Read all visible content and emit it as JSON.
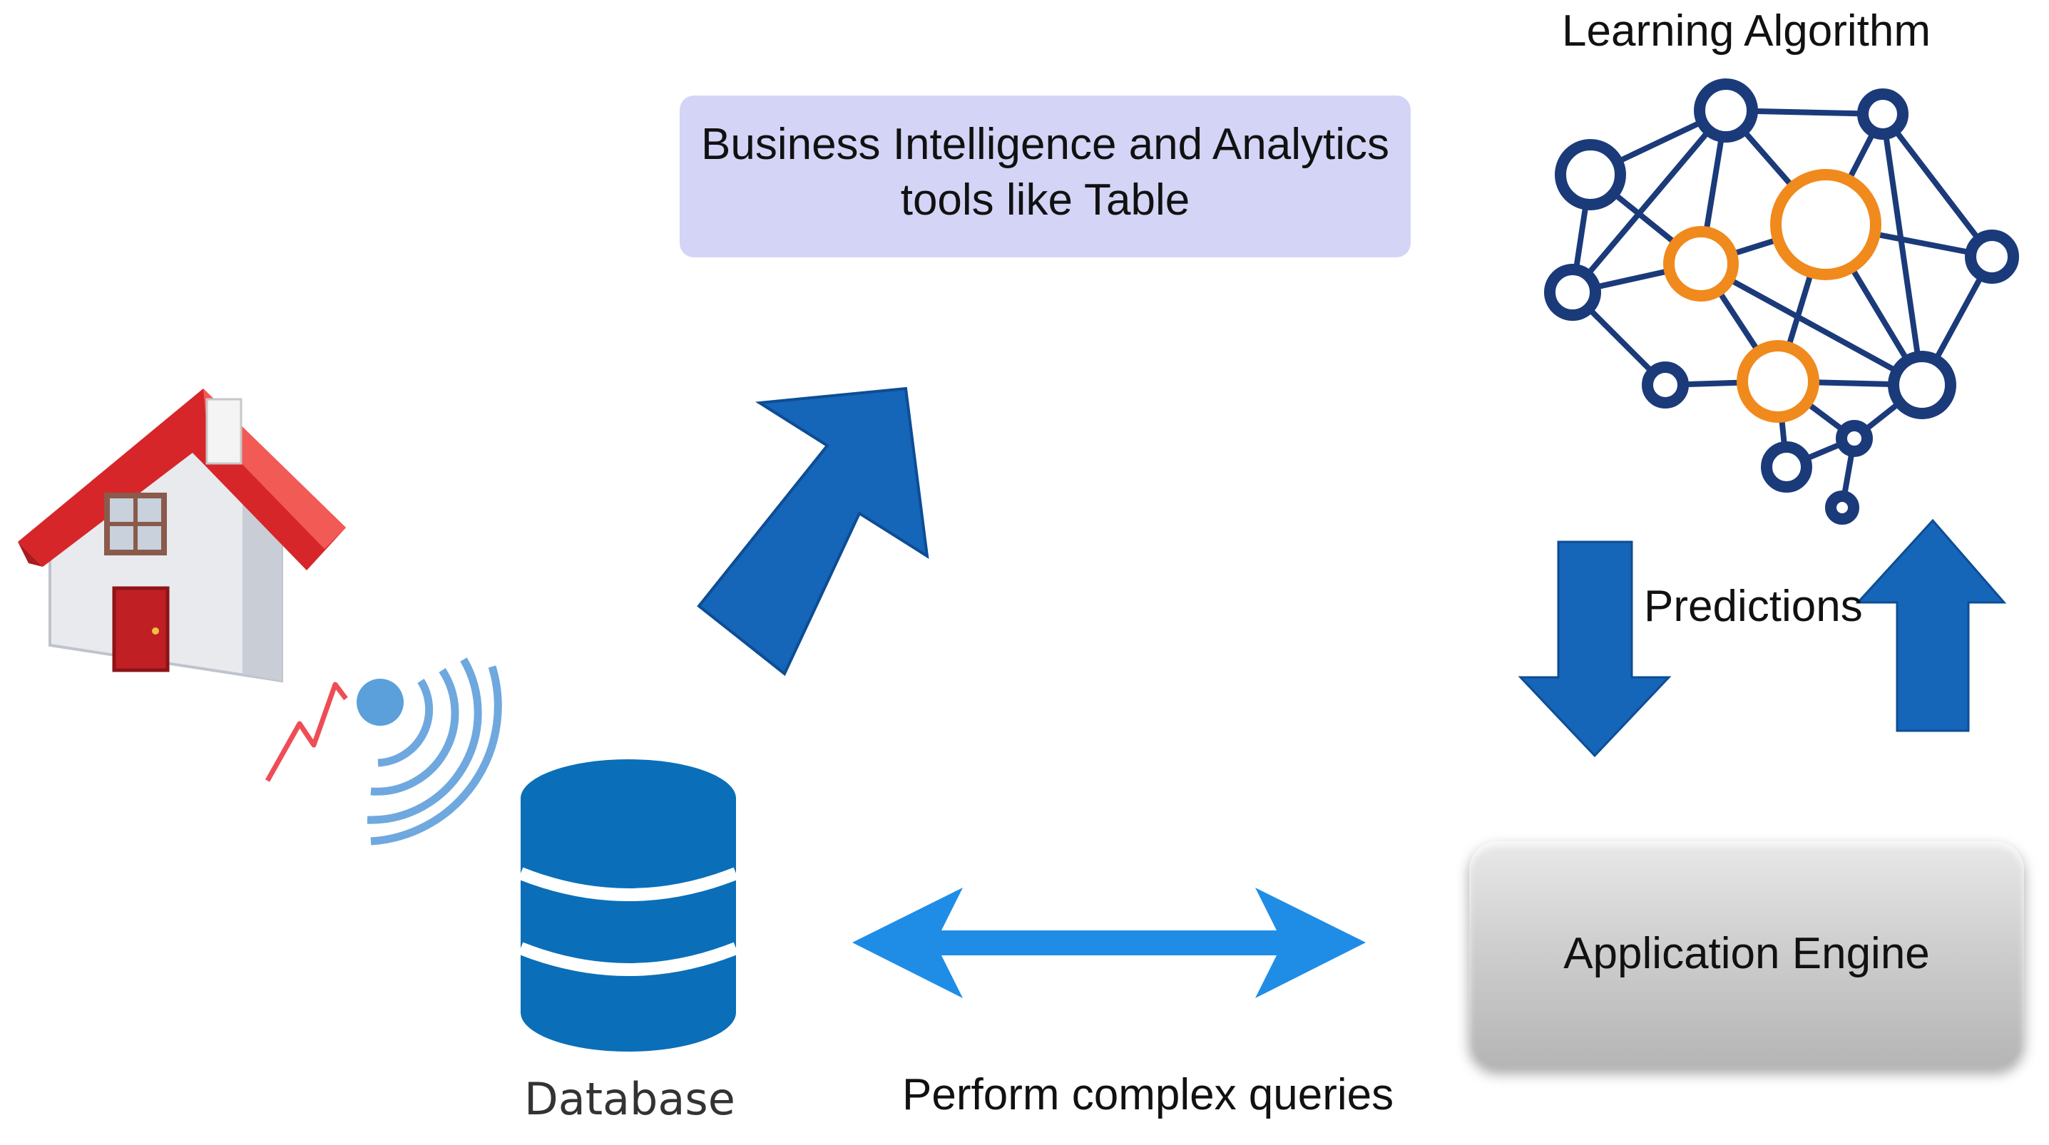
{
  "labels": {
    "learning_algorithm": "Learning Algorithm",
    "bi_line1": "Business Intelligence and Analytics",
    "bi_line2": "tools like Table",
    "predictions": "Predictions",
    "application_engine": "Application Engine",
    "database": "Database",
    "perform_queries": "Perform complex queries"
  },
  "colors": {
    "arrow_dark_blue": "#1565b8",
    "arrow_light_blue": "#1f8de6",
    "network_navy": "#1b3a7a",
    "network_orange": "#f08a1c",
    "database_blue": "#0a6fb8",
    "house_roof": "#d7262a",
    "bi_box": "#d4d4f7"
  },
  "icons": [
    "house-icon",
    "wireless-signal-icon",
    "database-icon",
    "neural-network-icon"
  ]
}
